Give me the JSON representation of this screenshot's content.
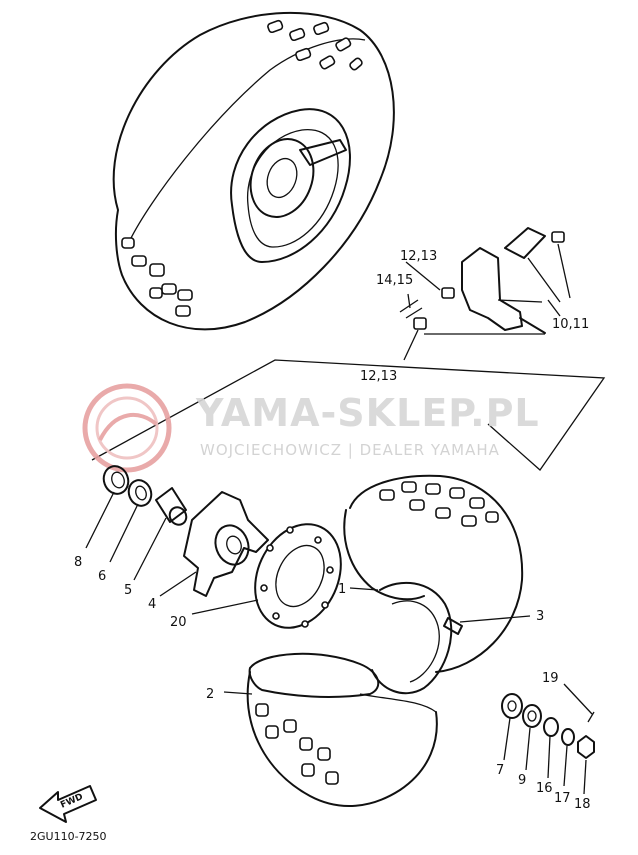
{
  "watermark": {
    "title": "YAMA-SKLEP.PL",
    "subtitle": "WOJCIECHOWICZ | DEALER YAMAHA"
  },
  "callouts": {
    "c1": "1",
    "c2": "2",
    "c3": "3",
    "c4": "4",
    "c5": "5",
    "c6": "6",
    "c7": "7",
    "c8": "8",
    "c9": "9",
    "c10_11": "10,11",
    "c12_13_top": "12,13",
    "c12_13_bottom": "12,13",
    "c14_15": "14,15",
    "c16": "16",
    "c17": "17",
    "c18": "18",
    "c19": "19",
    "c20": "20"
  },
  "fwd_label": "FWD",
  "diagram_code": "2GU110-7250",
  "colors": {
    "ink": "#111111",
    "watermark_logo": "#e7a1a1",
    "watermark_text": "#d6d6d6"
  }
}
